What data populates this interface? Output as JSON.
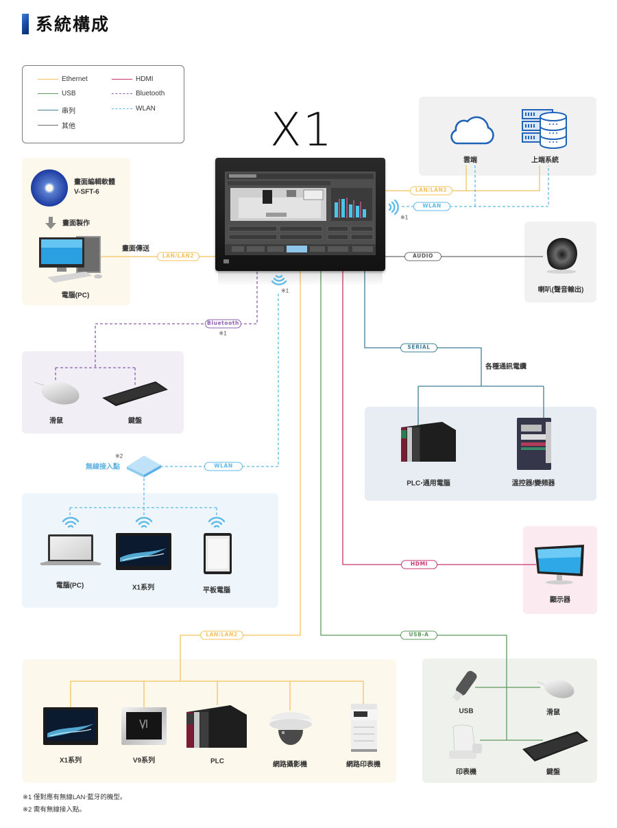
{
  "title": "系統構成",
  "product": "X1",
  "colors": {
    "ethernet": "#f5c15e",
    "usb": "#5e9a5e",
    "serial": "#3d7e96",
    "other": "#6b6b6b",
    "hdmi": "#c8336f",
    "bluetooth": "#8d5fae",
    "wlan": "#5bb9e8",
    "brand": "#1f63b8"
  },
  "legend": [
    {
      "label": "Ethernet",
      "line": "solid",
      "color_key": "ethernet"
    },
    {
      "label": "HDMI",
      "line": "solid",
      "color_key": "hdmi"
    },
    {
      "label": "USB",
      "line": "solid",
      "color_key": "usb"
    },
    {
      "label": "Bluetooth",
      "line": "dashed",
      "color_key": "bluetooth"
    },
    {
      "label": "串列",
      "line": "solid",
      "color_key": "serial"
    },
    {
      "label": "WLAN",
      "line": "dashed",
      "color_key": "wlan"
    },
    {
      "label": "其他",
      "line": "solid",
      "color_key": "other"
    }
  ],
  "connections": {
    "lan_pc": "LAN/LAN2",
    "lan_upper": "LAN/LAN2",
    "wlan_upper": "WLAN",
    "audio": "AUDIO",
    "bluetooth": "Bluetooth",
    "serial": "SERIAL",
    "wlan_ap": "WLAN",
    "hdmi": "HDMI",
    "lan_bottom": "LAN/LAN2",
    "usb": "USB-A"
  },
  "groups": {
    "pc_software": {
      "software_name": "畫面編輯軟體",
      "software_code": "V-SFT-6",
      "arrow_label": "畫面製作",
      "pc_label": "電腦(PC)",
      "transfer_label": "畫面傳送"
    },
    "upper": {
      "cloud": "雲端",
      "upper_system": "上端系統"
    },
    "speaker": {
      "label": "喇叭(聲音輸出)"
    },
    "bluetooth_devices": {
      "mouse": "滑鼠",
      "keyboard": "鍵盤"
    },
    "serial_devices": {
      "cable_label": "各種通訊電纜",
      "plc": "PLC‧通用電腦",
      "controller": "溫控器/變頻器"
    },
    "access_point": {
      "label": "無線接入點",
      "note": "※2"
    },
    "wlan_devices": {
      "pc": "電腦(PC)",
      "x1": "X1系列",
      "tablet": "平板電腦"
    },
    "monitor": {
      "label": "顯示器"
    },
    "ethernet_devices": [
      "X1系列",
      "V9系列",
      "PLC",
      "網路攝影機",
      "網路印表機"
    ],
    "usb_devices": {
      "usb": "USB",
      "mouse": "滑鼠",
      "printer": "印表機",
      "keyboard": "鍵盤"
    }
  },
  "note_mark": "※1",
  "footnotes": [
    "※1 僅對應有無線LAN‧藍牙的機型。",
    "※2 需有無線接入點。"
  ]
}
